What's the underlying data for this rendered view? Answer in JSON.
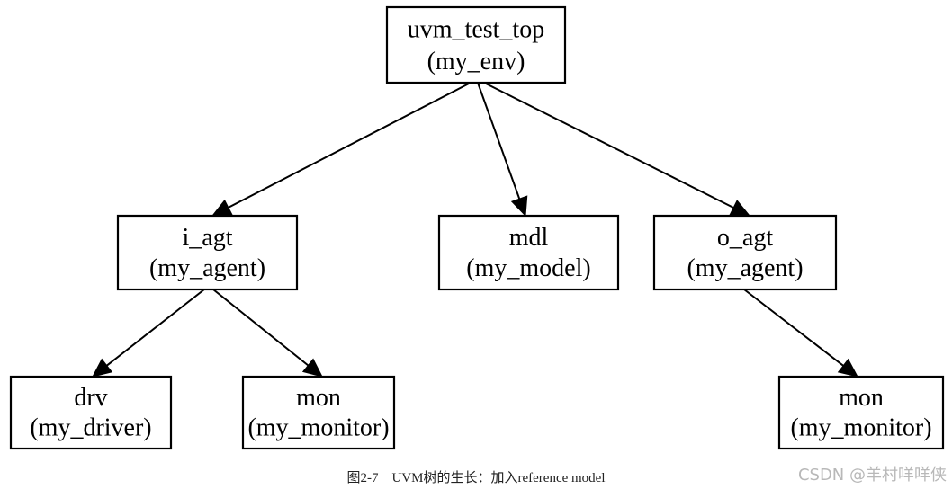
{
  "nodes": [
    {
      "id": "top",
      "name": "uvm_test_top",
      "type": "(my_env)"
    },
    {
      "id": "iagt",
      "name": "i_agt",
      "type": "(my_agent)"
    },
    {
      "id": "mdl",
      "name": "mdl",
      "type": "(my_model)"
    },
    {
      "id": "oagt",
      "name": "o_agt",
      "type": "(my_agent)"
    },
    {
      "id": "drv",
      "name": "drv",
      "type": "(my_driver)"
    },
    {
      "id": "imon",
      "name": "mon",
      "type": "(my_monitor)"
    },
    {
      "id": "omon",
      "name": "mon",
      "type": "(my_monitor)"
    }
  ],
  "edges": [
    {
      "from": "top",
      "to": "iagt"
    },
    {
      "from": "top",
      "to": "mdl"
    },
    {
      "from": "top",
      "to": "oagt"
    },
    {
      "from": "iagt",
      "to": "drv"
    },
    {
      "from": "iagt",
      "to": "imon"
    },
    {
      "from": "oagt",
      "to": "omon"
    }
  ],
  "caption": "图2-7　UVM树的生长：加入reference model",
  "watermark": "CSDN @羊村咩咩侠"
}
